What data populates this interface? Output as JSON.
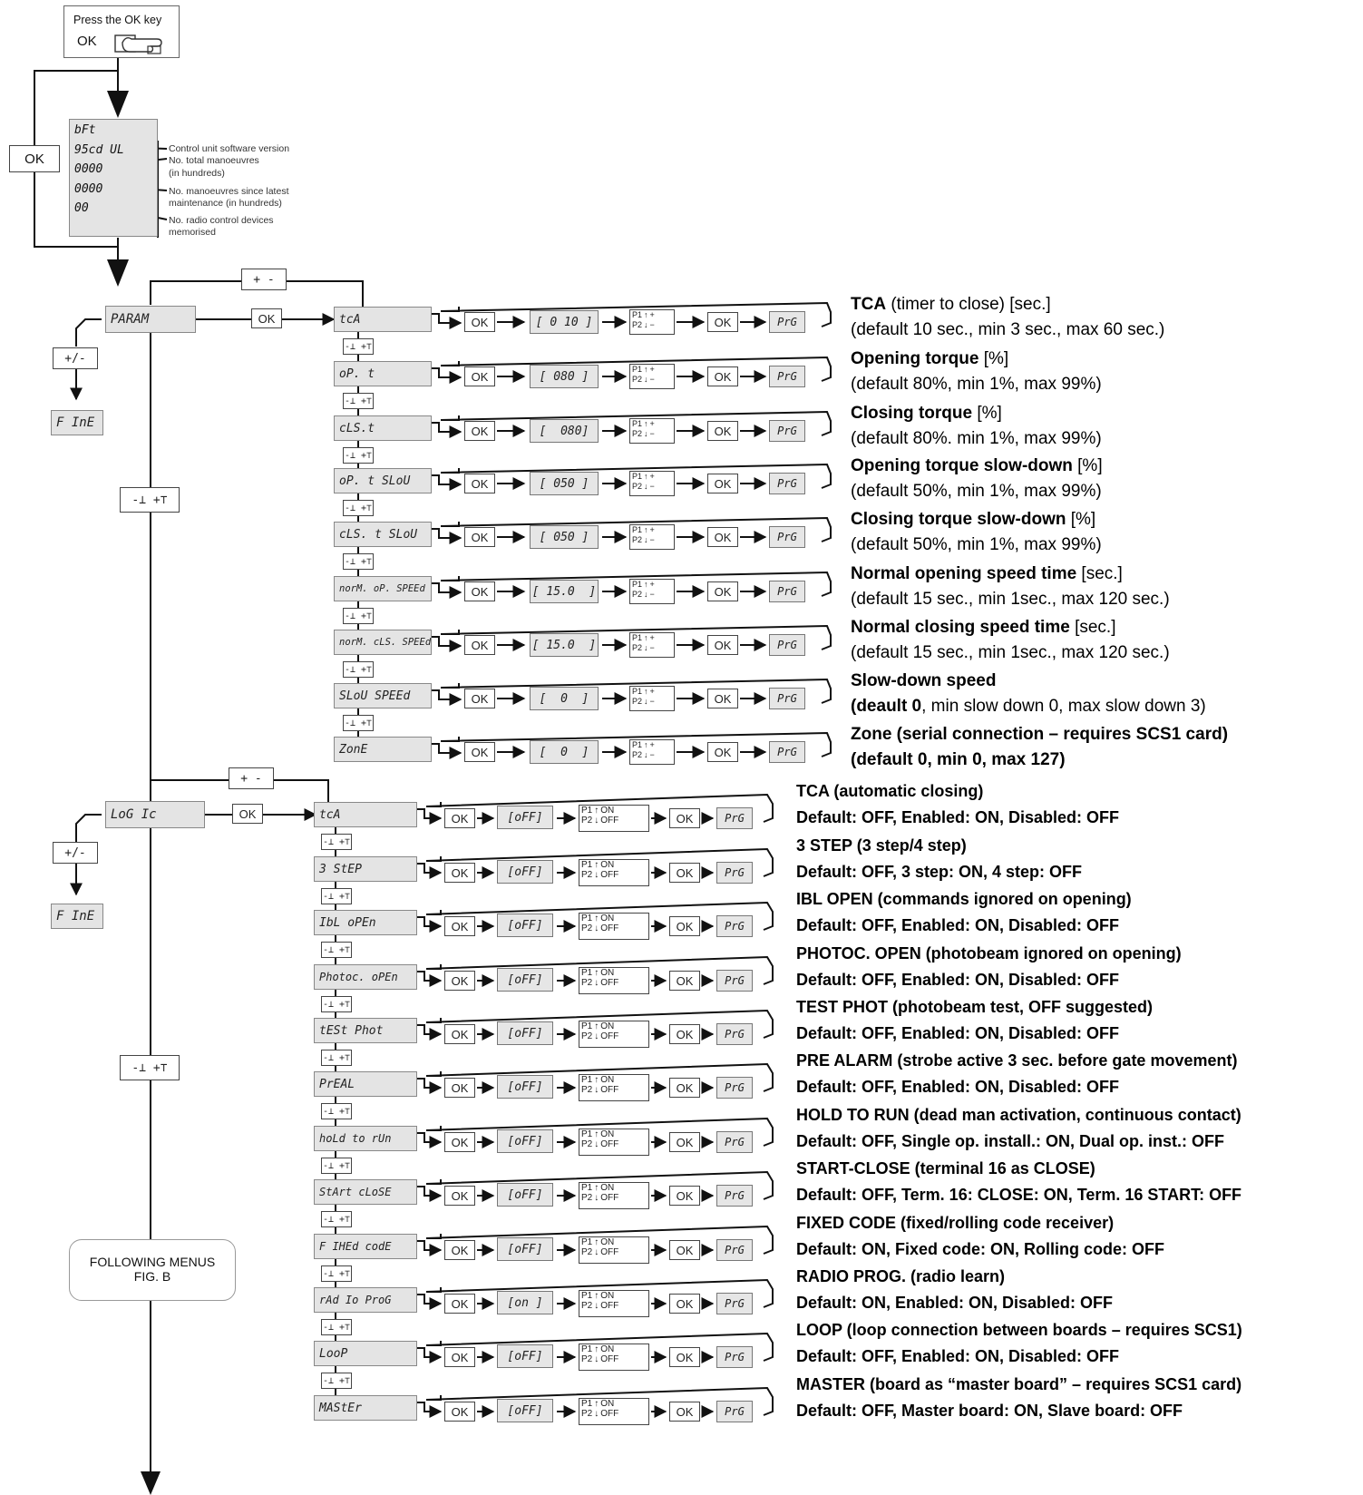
{
  "start": {
    "line1": "Press the OK key",
    "key": "OK"
  },
  "side_ok": "OK",
  "info_display": {
    "lines": [
      "bFt",
      "95cd UL",
      "0000",
      "0000",
      "00"
    ],
    "notes": [
      "Control unit software version",
      "No. total manoeuvres",
      "(in hundreds)",
      "No. manoeuvres since latest",
      "maintenance (in hundreds)",
      "No. radio control devices",
      "memorised"
    ]
  },
  "keys": {
    "plus_minus": "+ -",
    "plus_slash_minus": "+/-",
    "down_up": "-⊥ +⊤",
    "ok": "OK",
    "prg": "PrG",
    "fine": "F InE"
  },
  "param_menu": {
    "display": "PARAM",
    "items": [
      {
        "code": "tcA",
        "value": "[ 0 10 ]",
        "name": "TCA",
        "spec": " (timer to close) [sec.]",
        "detail": "(default 10 sec., min 3 sec., max 60 sec.)"
      },
      {
        "code": "oP. t",
        "value": "[ 080 ]",
        "name": "Opening torque",
        "spec": " [%]",
        "detail": "(default 80%, min 1%, max 99%)"
      },
      {
        "code": "cLS.t",
        "value": "[  080]",
        "name": "Closing torque",
        "spec": " [%]",
        "detail": "(default 80%. min 1%, max 99%)"
      },
      {
        "code": "oP. t SLoU",
        "value": "[ 050 ]",
        "name": "Opening torque slow-down",
        "spec": " [%]",
        "detail": "(default 50%, min 1%, max 99%)"
      },
      {
        "code": "cLS. t SLoU",
        "value": "[ 050 ]",
        "name": "Closing torque slow-down",
        "spec": " [%]",
        "detail": "(default 50%, min 1%, max 99%)"
      },
      {
        "code": "norM. oP. SPEEd",
        "value": "[ 15.0  ]",
        "name": "Normal opening speed time",
        "spec": " [sec.]",
        "detail": "(default 15 sec., min 1sec., max 120 sec.)"
      },
      {
        "code": "norM. cLS. SPEEd",
        "value": "[ 15.0  ]",
        "name": "Normal closing speed time",
        "spec": " [sec.]",
        "detail": "(default 15 sec., min 1sec., max 120 sec.)"
      },
      {
        "code": "SLoU SPEEd",
        "value": "[  0  ]",
        "name": "Slow-down speed",
        "spec": "",
        "detail_bold": "(deault 0",
        "detail": ", min slow down 0, max slow down 3)"
      },
      {
        "code": "ZonE",
        "value": "[  0  ]",
        "name": "Zone (serial connection – requires SCS1 card)",
        "spec": "",
        "detail_bold": "(default 0, min 0, max 127)",
        "detail": ""
      }
    ]
  },
  "logic_menu": {
    "display": "LoG Ic",
    "items": [
      {
        "code": "tcA",
        "value": "[oFF]",
        "title": "TCA (automatic closing)",
        "detail": "Default: OFF, Enabled: ON, Disabled: OFF"
      },
      {
        "code": "3 StEP",
        "value": "[oFF]",
        "title": "3 STEP (3 step/4 step)",
        "detail": "Default: OFF, 3 step: ON, 4 step: OFF"
      },
      {
        "code": "IbL oPEn",
        "value": "[oFF]",
        "title": "IBL OPEN (commands ignored on opening)",
        "detail": "Default: OFF, Enabled: ON, Disabled: OFF"
      },
      {
        "code": "Photoc. oPEn",
        "value": "[oFF]",
        "title": "PHOTOC. OPEN (photobeam ignored on opening)",
        "detail": "Default: OFF, Enabled: ON, Disabled: OFF"
      },
      {
        "code": "tESt Phot",
        "value": "[oFF]",
        "title": "TEST PHOT (photobeam test, OFF suggested)",
        "detail": "Default: OFF, Enabled: ON, Disabled: OFF"
      },
      {
        "code": "PrEAL",
        "value": "[oFF]",
        "title": "PRE ALARM (strobe active 3 sec. before gate movement)",
        "detail": "Default: OFF, Enabled: ON, Disabled: OFF"
      },
      {
        "code": "hoLd to rUn",
        "value": "[oFF]",
        "title": "HOLD TO RUN (dead man activation, continuous contact)",
        "detail": "Default: OFF, Single op. install.: ON, Dual op. inst.: OFF"
      },
      {
        "code": "StArt cLoSE",
        "value": "[oFF]",
        "title": "START-CLOSE (terminal 16 as CLOSE)",
        "detail": "Default: OFF, Term. 16: CLOSE: ON, Term. 16 START: OFF"
      },
      {
        "code": "F IHEd codE",
        "value": "[oFF]",
        "title": "FIXED CODE (fixed/rolling code receiver)",
        "detail": "Default: ON, Fixed code: ON, Rolling code: OFF"
      },
      {
        "code": "rAd Io ProG",
        "value": "[on ]",
        "title": "RADIO PROG. (radio learn)",
        "detail": "Default: ON, Enabled: ON, Disabled: OFF"
      },
      {
        "code": "LooP",
        "value": "[oFF]",
        "title": "LOOP (loop connection between boards – requires SCS1)",
        "detail": "Default: OFF, Enabled: ON, Disabled: OFF"
      },
      {
        "code": "MAStEr",
        "value": "[oFF]",
        "title": "MASTER (board as “master board” – requires SCS1 card)",
        "detail": "Default: OFF, Master board: ON, Slave board: OFF"
      }
    ]
  },
  "adjust": {
    "p1": "P1",
    "p2": "P2",
    "on": "ON",
    "off": "OFF",
    "plus": "+",
    "minus": "−"
  },
  "following": {
    "line1": "FOLLOWING MENUS",
    "line2": "FIG. B"
  }
}
